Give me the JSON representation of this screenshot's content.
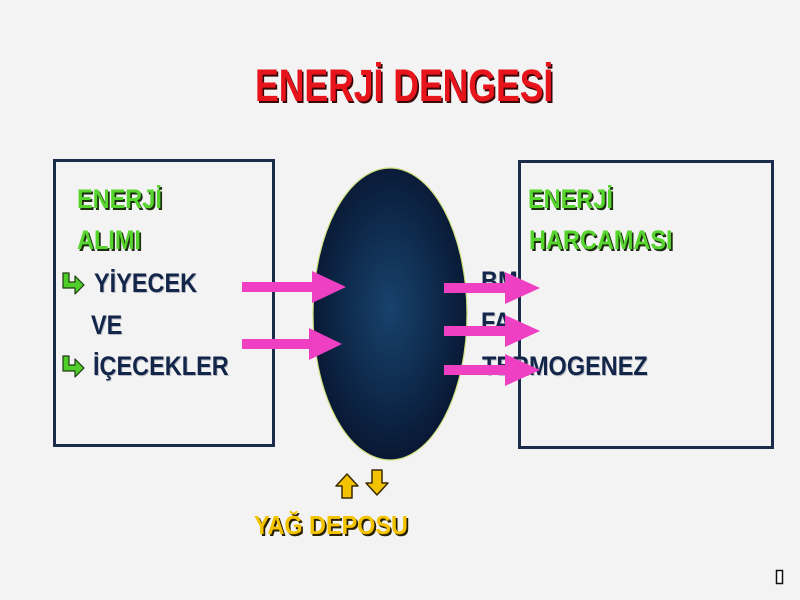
{
  "slide": {
    "title": "ENERJİ DENGESİ"
  },
  "energy_intake": {
    "heading": [
      "ENERJİ",
      "ALIMI"
    ],
    "items": [
      {
        "text": "YİYECEK",
        "bullet_icon": "green-hook-arrow-icon"
      },
      {
        "text": "VE",
        "bullet_icon": null
      },
      {
        "text": "İÇECEKLER",
        "bullet_icon": "green-hook-arrow-icon"
      }
    ]
  },
  "energy_expenditure": {
    "heading": [
      "ENERJİ",
      "HARCAMASI"
    ],
    "components": [
      "BM",
      "FA",
      "TERMOGENEZ"
    ]
  },
  "fat_storage": {
    "label": "YAĞ DEPOSU",
    "icons": [
      "up-arrow-icon",
      "down-arrow-icon"
    ]
  },
  "body_shape": "dark-oval",
  "navigation": {
    "icon": "slide-nav-icon"
  },
  "colors": {
    "background": "#f3f3f3",
    "title": "#e8141c",
    "heading_green": "#57d42e",
    "body_text": "#13264a",
    "box_border": "#1b2c4b",
    "arrow_pink": "#ef3fc2",
    "storage_yellow": "#f4c300",
    "oval_center": "#18426c",
    "oval_edge": "#081530"
  }
}
